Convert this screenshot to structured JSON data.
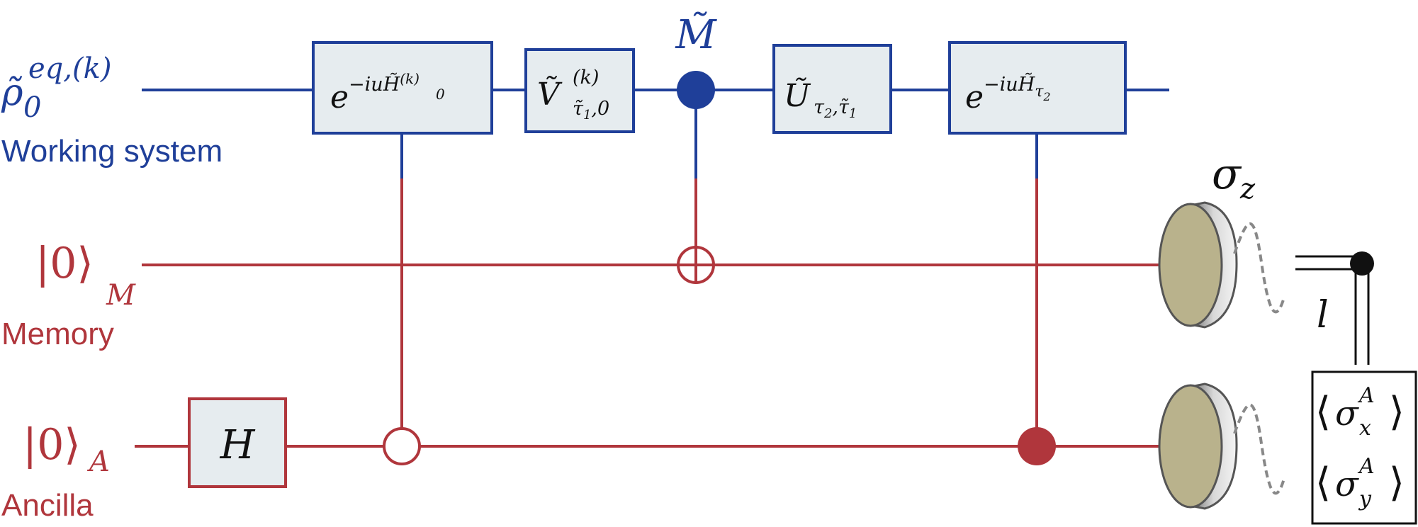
{
  "wires": {
    "working": {
      "state_label": {
        "base": "ρ̃",
        "sup": "eq,(k)",
        "sub": "0"
      },
      "name": "Working system",
      "color": "#1f3f99"
    },
    "memory": {
      "state_label": {
        "base": "|0⟩",
        "sub": "M"
      },
      "name": "Memory",
      "color": "#b0363c"
    },
    "ancilla": {
      "state_label": {
        "base": "|0⟩",
        "sub": "A"
      },
      "name": "Ancilla",
      "color": "#b0363c"
    }
  },
  "gates": {
    "hadamard": {
      "text": "H"
    },
    "evolution_1": {
      "base": "e",
      "sup_prefix": "−iu",
      "sup_op": "H̃",
      "sup_op_sup": "(k)",
      "sup_op_sub": "0"
    },
    "unitary_v": {
      "base": "Ṽ",
      "sup": "(k)",
      "sub": "τ̃",
      "sub_idx": "1",
      "sub_suffix": ",0"
    },
    "measurement": {
      "text": "M̃"
    },
    "unitary_u": {
      "base": "Ũ",
      "sub_a": "τ",
      "sub_a_idx": "2",
      "sub_sep": ",",
      "sub_b": "τ̃",
      "sub_b_idx": "1"
    },
    "evolution_2": {
      "base": "e",
      "sup_prefix": "−iu",
      "sup_op": "H̃",
      "sup_op_sub": "τ",
      "sup_op_sub_idx": "2"
    }
  },
  "readout": {
    "detector_label": {
      "base": "σ",
      "sub": "z"
    },
    "classical_label": "l",
    "expectations": [
      {
        "open": "⟨",
        "base": "σ",
        "sup": "A",
        "sub": "x",
        "close": "⟩"
      },
      {
        "open": "⟨",
        "base": "σ",
        "sup": "A",
        "sub": "y",
        "close": "⟩"
      }
    ]
  },
  "colors": {
    "blue": "#1f3f99",
    "red": "#b0363c",
    "gate_fill": "#e6ecef",
    "detector_face": "#b9b28c",
    "detector_rim": "#8a8a8a"
  }
}
